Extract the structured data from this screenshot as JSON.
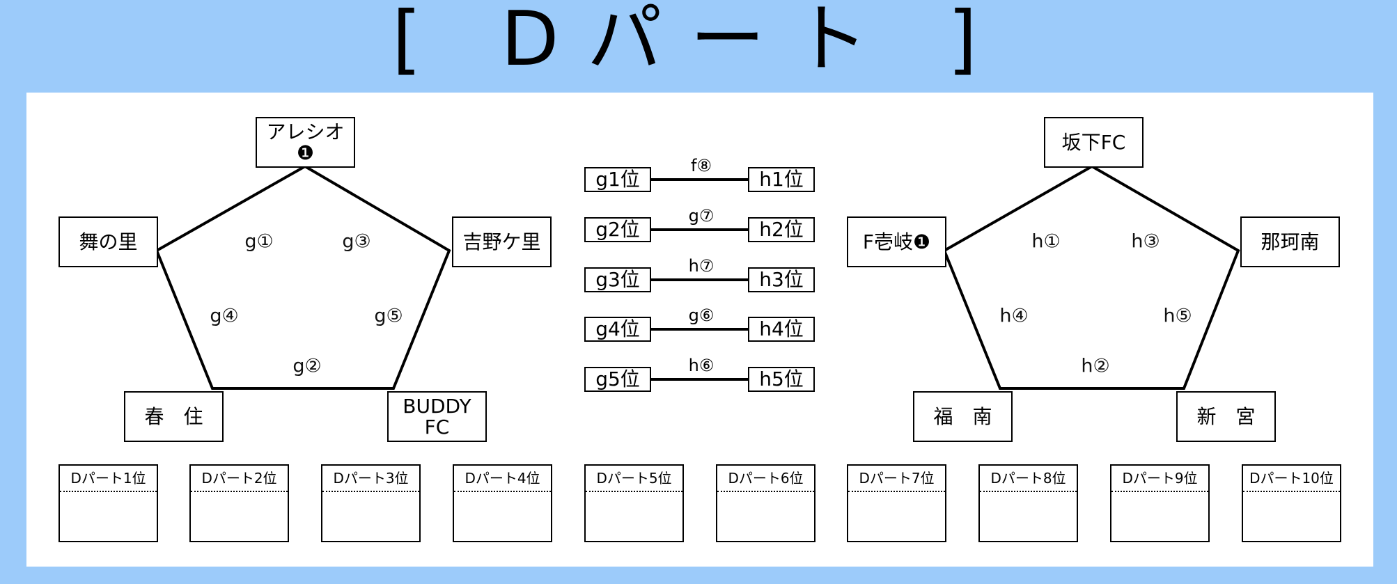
{
  "title": "[ Dパート ]",
  "left_group": {
    "teams": {
      "top": "アレシオ",
      "top_mark": "❶",
      "left": "舞の里",
      "right": "吉野ケ里",
      "bottom_left": "春　住",
      "bottom_right_line1": "BUDDY",
      "bottom_right_line2": "FC"
    },
    "matches": [
      "g①",
      "g③",
      "g④",
      "g⑤",
      "g②"
    ]
  },
  "right_group": {
    "teams": {
      "top": "坂下FC",
      "left": "F壱岐❶",
      "right": "那珂南",
      "bottom_left": "福　南",
      "bottom_right": "新　宮"
    },
    "matches": [
      "h①",
      "h③",
      "h④",
      "h⑤",
      "h②"
    ]
  },
  "ranking_matches": [
    {
      "left": "g1位",
      "match": "f⑧",
      "right": "h1位"
    },
    {
      "left": "g2位",
      "match": "g⑦",
      "right": "h2位"
    },
    {
      "left": "g3位",
      "match": "h⑦",
      "right": "h3位"
    },
    {
      "left": "g4位",
      "match": "g⑥",
      "right": "h4位"
    },
    {
      "left": "g5位",
      "match": "h⑥",
      "right": "h5位"
    }
  ],
  "results": [
    "Dパート1位",
    "Dパート2位",
    "Dパート3位",
    "Dパート4位",
    "Dパート5位",
    "Dパート6位",
    "Dパート7位",
    "Dパート8位",
    "Dパート9位",
    "Dパート10位"
  ],
  "colors": {
    "background": "#9ccbfa",
    "panel": "#ffffff",
    "line": "#000000"
  }
}
